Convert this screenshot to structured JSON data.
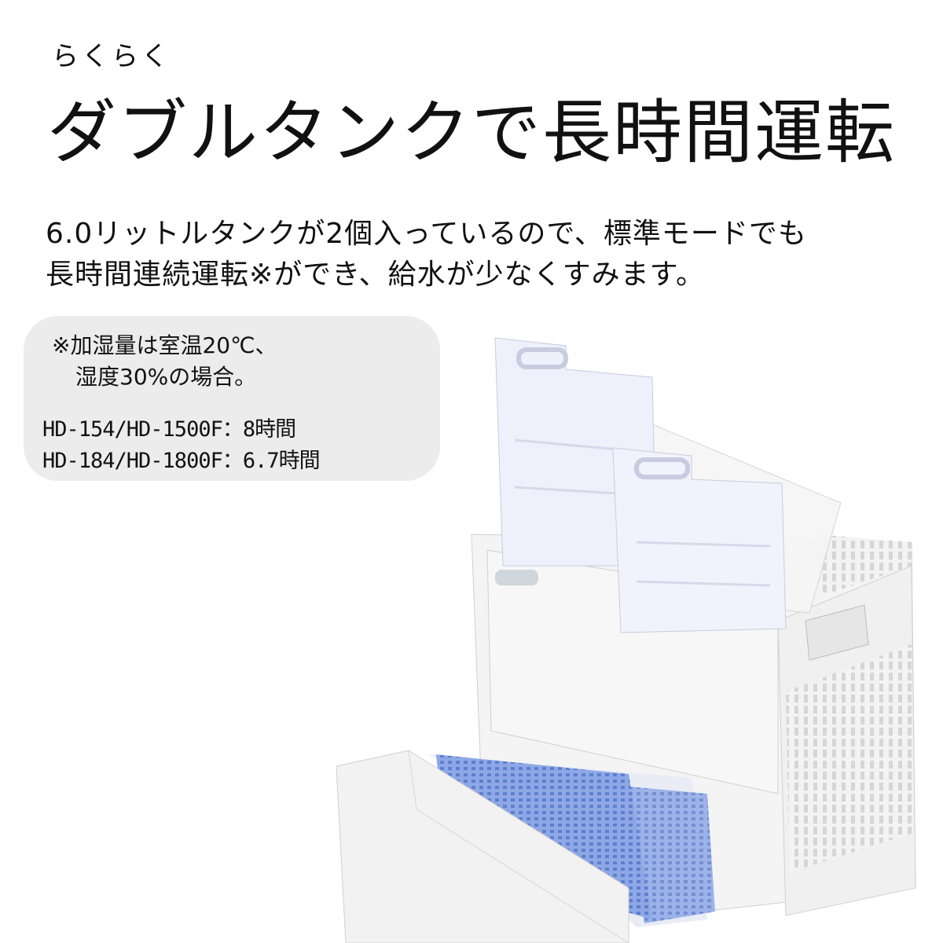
{
  "header": {
    "kicker": "らくらく",
    "title": "ダブルタンクで長時間運転"
  },
  "description": {
    "line1": "6.0リットルタンクが2個入っているので、標準モードでも",
    "line2": "長時間連続運転※ができ、給水が少なくすみます。"
  },
  "note": {
    "condition_line1": "※加湿量は室温20℃、",
    "condition_line2": "湿度30%の場合。",
    "models": [
      {
        "model": "HD-154/HD-1500F",
        "runtime": "：8時間"
      },
      {
        "model": "HD-184/HD-1800F",
        "runtime": "：6.7時間"
      }
    ]
  },
  "colors": {
    "note_bg": "#ececec",
    "filter_blue": "#7f9be0",
    "body_white": "#f4f4f4"
  }
}
